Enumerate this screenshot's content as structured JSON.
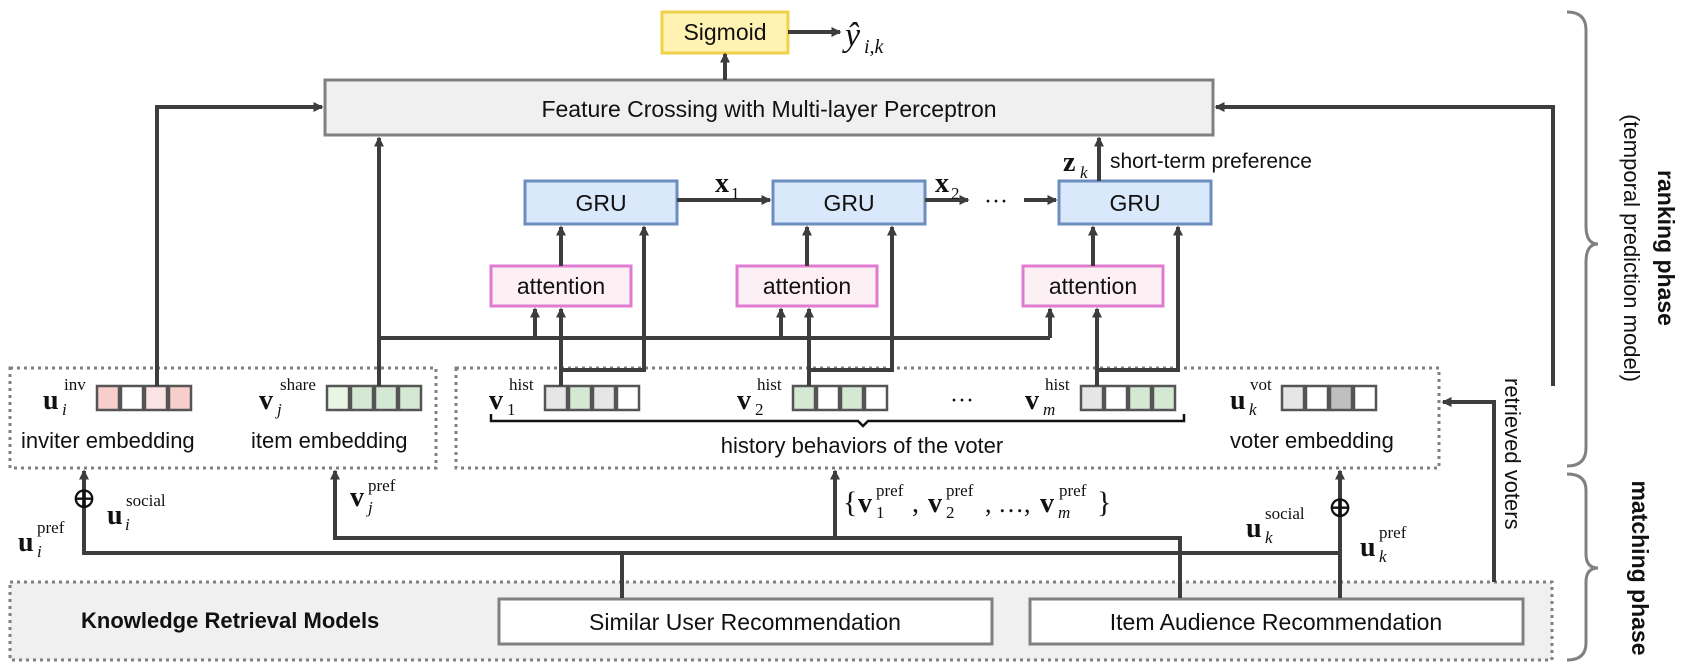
{
  "boxes": {
    "sigmoid": "Sigmoid",
    "fc": "Feature Crossing with Multi-layer Perceptron",
    "gru": "GRU",
    "attention": "attention",
    "kr": "Knowledge Retrieval Models",
    "sur": "Similar User Recommendation",
    "iar": "Item Audience Recommendation"
  },
  "labels": {
    "output_y": "ŷ",
    "output_sub": "i,k",
    "x_vec": "x",
    "x1_sub": "1",
    "x2_sub": "2",
    "z_vec": "z",
    "z_sub": "k",
    "ellipsis": "···",
    "short_term": "short-term preference",
    "u": "u",
    "v": "v",
    "sub_i": "i",
    "sub_j": "j",
    "sub_k": "k",
    "sub_1": "1",
    "sub_2": "2",
    "sub_m": "m",
    "sup_inv": "inv",
    "sup_share": "share",
    "sup_hist": "hist",
    "sup_vot": "vot",
    "sup_pref": "pref",
    "sup_social": "social",
    "inviter_embedding": "inviter embedding",
    "item_embedding": "item embedding",
    "history_behaviors": "history behaviors of the voter",
    "voter_embedding": "voter embedding",
    "set_open": "{",
    "set_comma": ",",
    "set_mid": ", …,",
    "set_close": "}",
    "oplus": "⊕",
    "retrieved_voters": "retrieved voters"
  },
  "phases": {
    "ranking": "ranking phase",
    "ranking_sub": "(temporal prediction model)",
    "matching": "matching phase"
  },
  "colors": {
    "line": "#3d3d3d",
    "sigmoid_fill": "#fff2b3",
    "sigmoid_border": "#f0d24a",
    "gru_fill": "#dae8fc",
    "gru_border": "#6c8ebf",
    "attention_fill": "#fdf0f4",
    "attention_border": "#e07ad2",
    "pink_cell": "#f8cecc",
    "green_cell": "#d5e8d4",
    "gray_cell": "#e6e6e6",
    "gray_mid": "#bfbfbf"
  }
}
